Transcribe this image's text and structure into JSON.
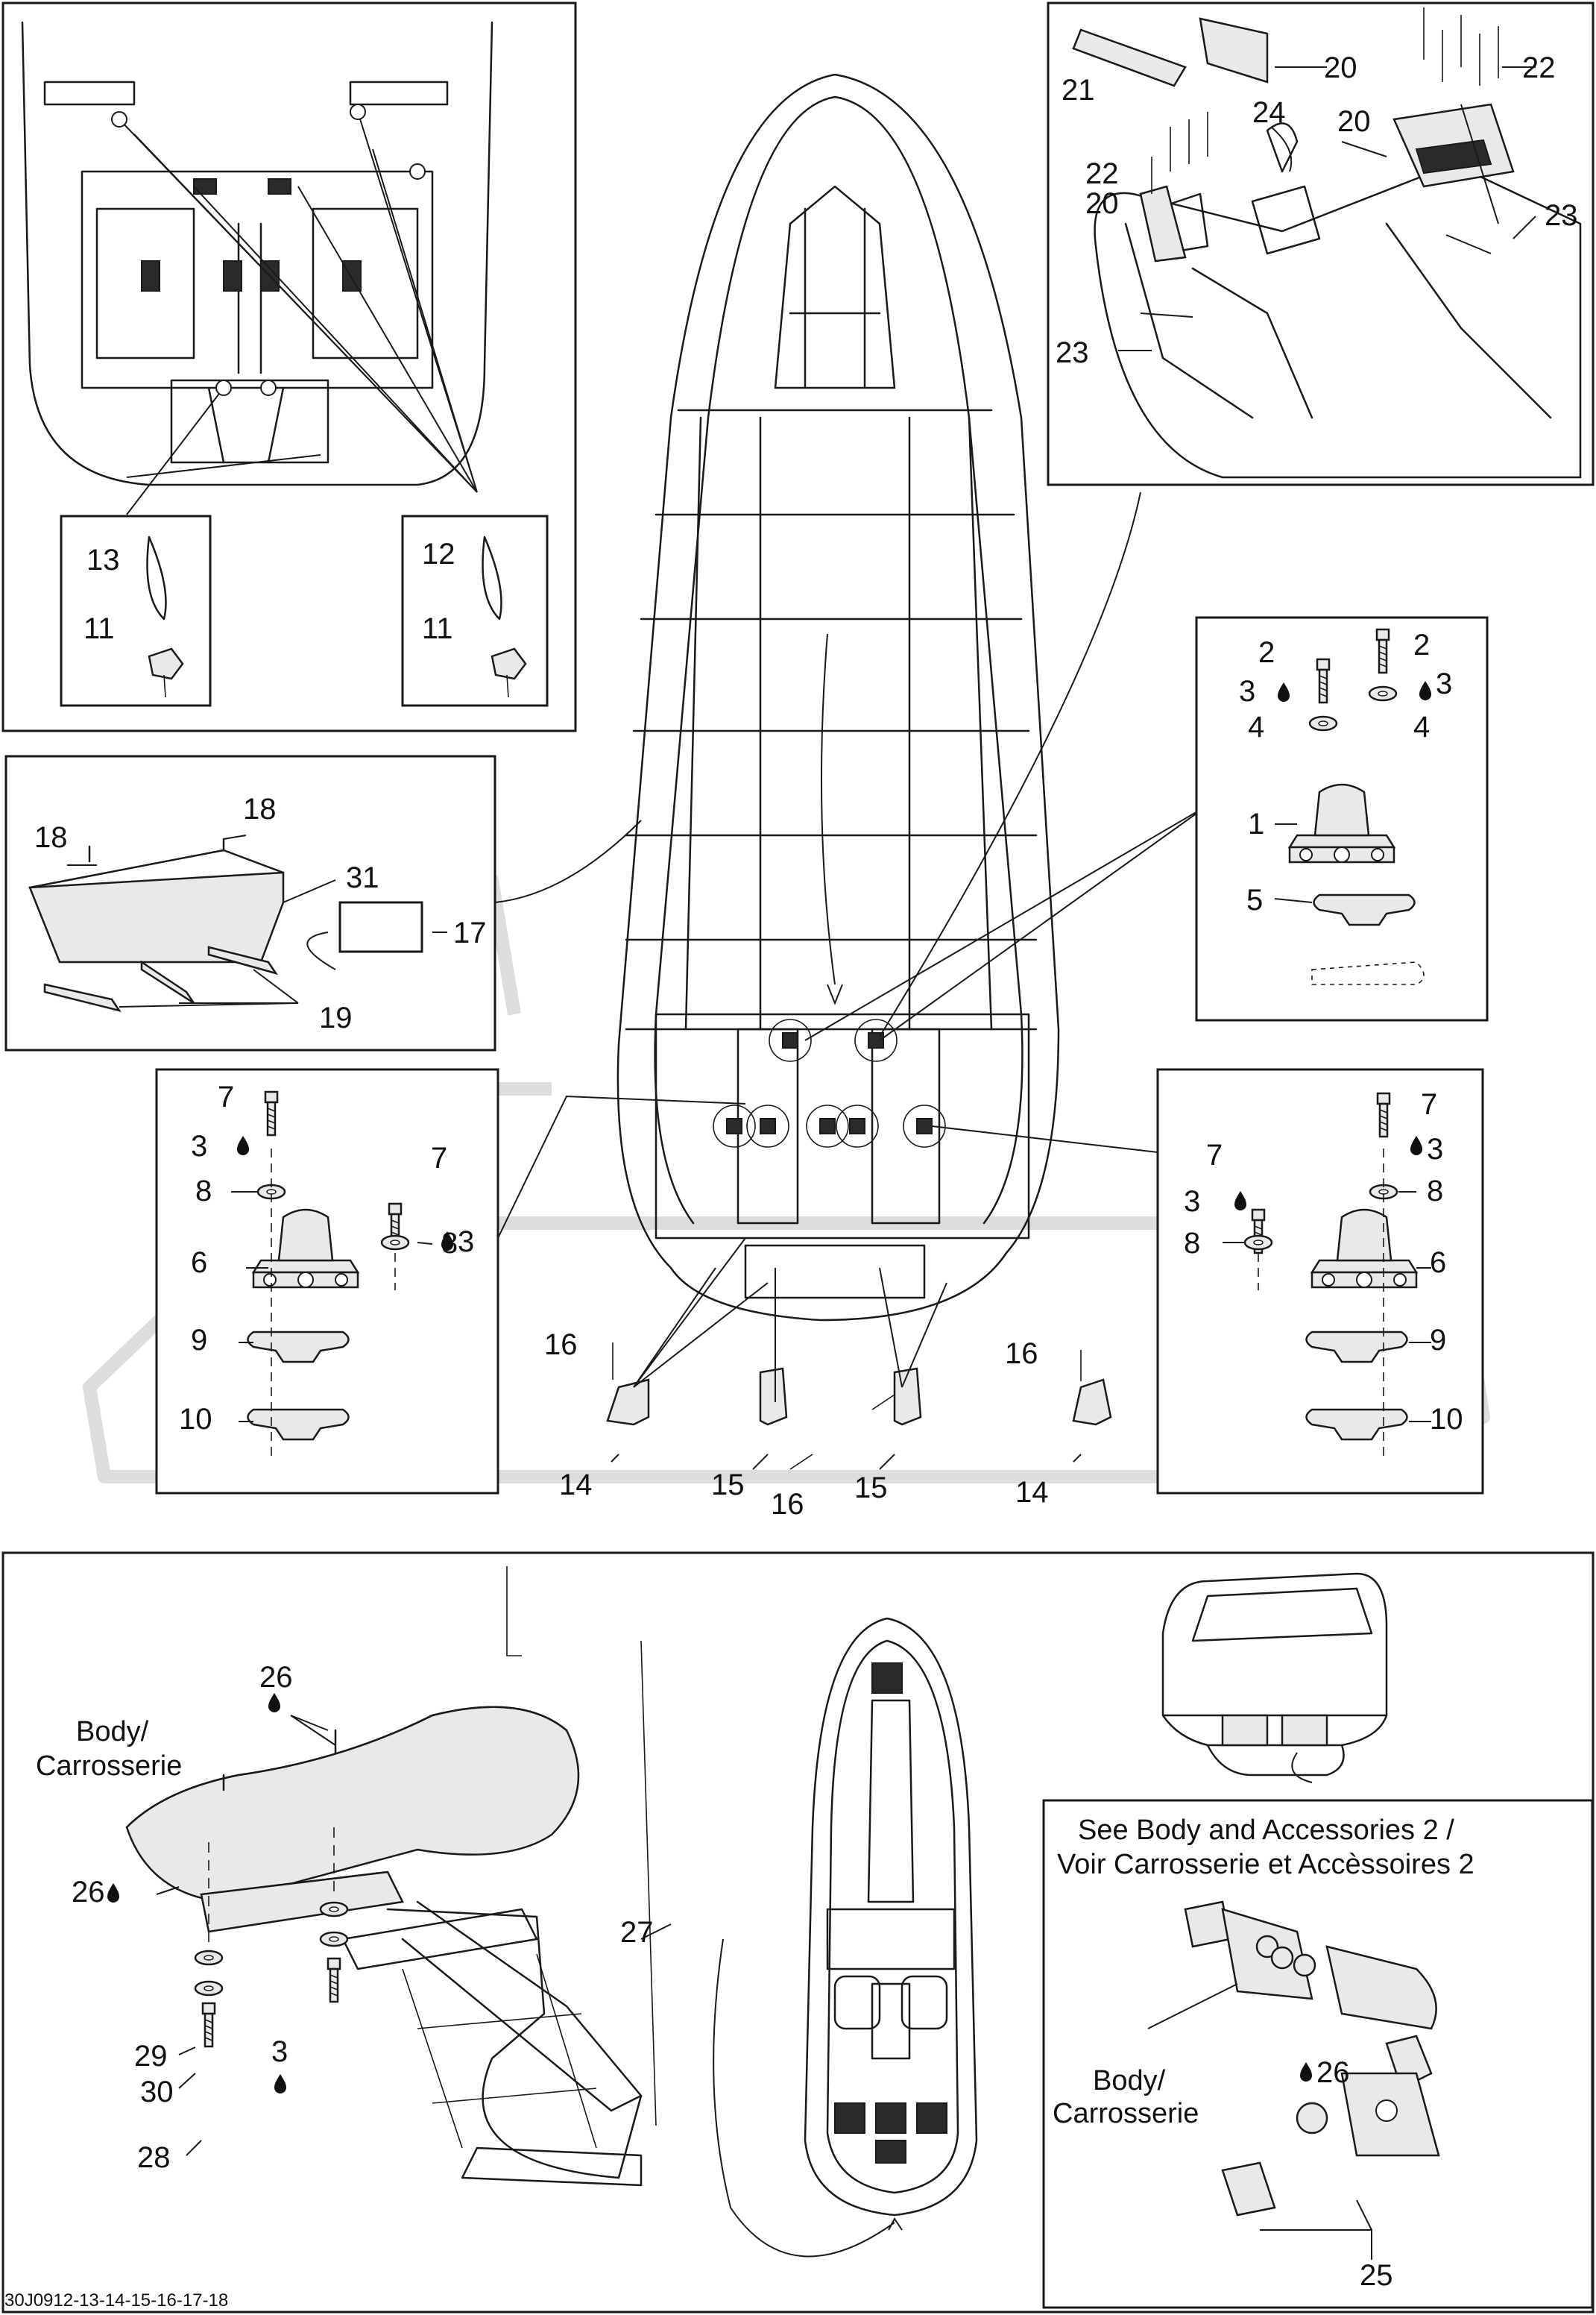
{
  "document_ref": "30J0912-13-14-15-16-17-18",
  "labels": {
    "body_fr": [
      "Body/",
      "Carrosserie"
    ],
    "see_also": [
      "See Body and Accessories 2 /",
      "Voir Carrosserie et Accèssoires 2"
    ]
  },
  "callouts": {
    "c21": "21",
    "c20a": "20",
    "c22a": "22",
    "c24": "24",
    "c20b": "20",
    "c22b": "22",
    "c20c": "20",
    "c23a": "23",
    "c23b": "23",
    "c13": "13",
    "c11a": "11",
    "c12": "12",
    "c11b": "11",
    "c2a": "2",
    "c2b": "2",
    "c3a": "3",
    "c3b": "3",
    "c4a": "4",
    "c4b": "4",
    "c1": "1",
    "c5": "5",
    "c18a": "18",
    "c18b": "18",
    "c31": "31",
    "c17": "17",
    "c19": "19",
    "c7a": "7",
    "c3c": "3",
    "c8a": "8",
    "c7b": "7",
    "c3d": "3",
    "c8b": "8",
    "c6a": "6",
    "c9a": "9",
    "c10a": "10",
    "c7c": "7",
    "c3e": "3",
    "c8c": "8",
    "c7d": "7",
    "c3f": "3",
    "c8d": "8",
    "c6b": "6",
    "c9b": "9",
    "c10b": "10",
    "c16a": "16",
    "c14a": "14",
    "c15a": "15",
    "c16b": "16",
    "c15b": "15",
    "c16c": "16",
    "c14b": "14",
    "c26a": "26",
    "c26b": "26",
    "c27": "27",
    "c29": "29",
    "c30": "30",
    "c3g": "3",
    "c28": "28",
    "c26c": "26",
    "c25": "25"
  }
}
